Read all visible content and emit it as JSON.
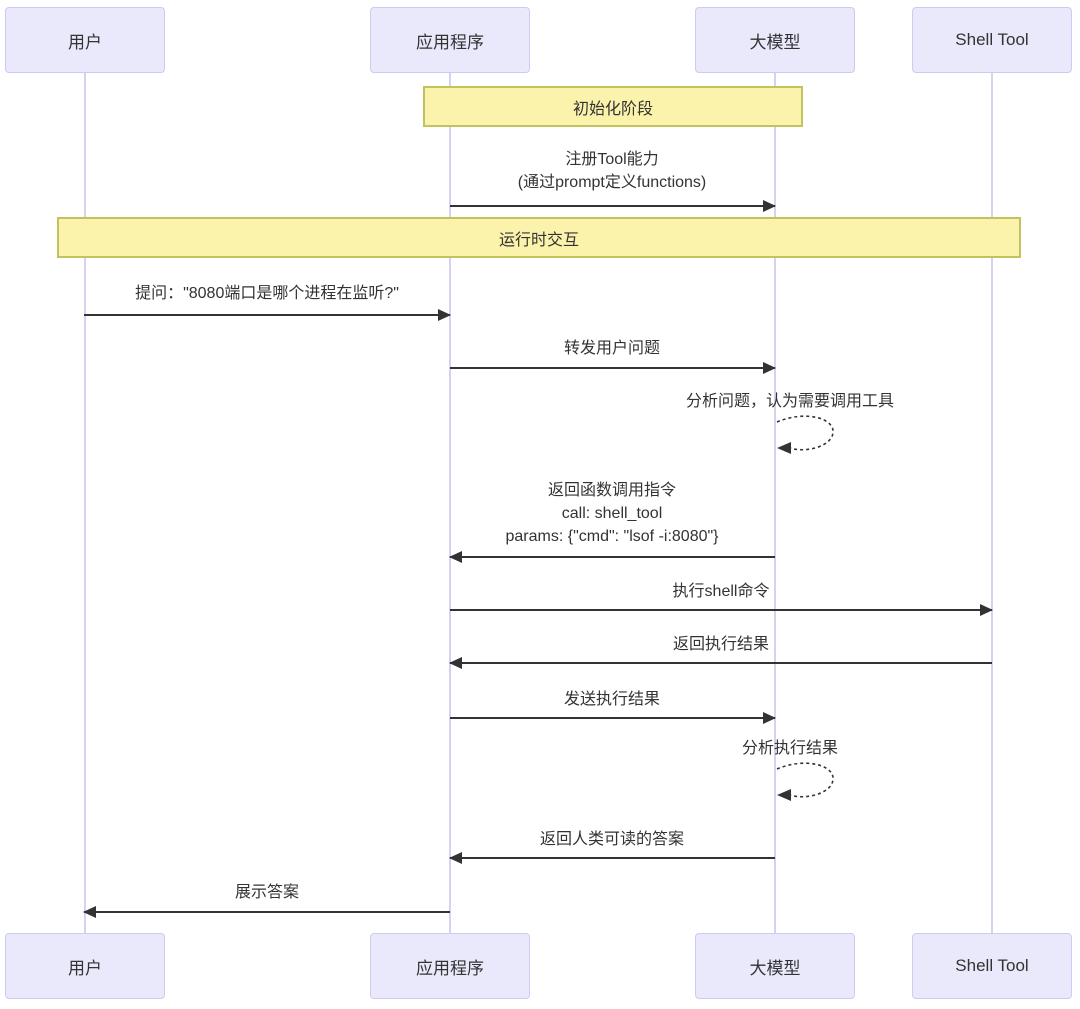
{
  "diagram": {
    "type": "sequence",
    "participants": [
      {
        "id": "user",
        "label": "用户"
      },
      {
        "id": "app",
        "label": "应用程序"
      },
      {
        "id": "llm",
        "label": "大模型"
      },
      {
        "id": "shell",
        "label": "Shell Tool"
      }
    ],
    "banners": [
      {
        "id": "init-phase",
        "label": "初始化阶段"
      },
      {
        "id": "runtime",
        "label": "运行时交互"
      }
    ],
    "messages": [
      {
        "from": "应用程序",
        "to": "大模型",
        "kind": "solid-arrow",
        "lines": [
          "注册Tool能力",
          "(通过prompt定义functions)"
        ]
      },
      {
        "from": "用户",
        "to": "应用程序",
        "kind": "solid-arrow",
        "lines": [
          "提问：\"8080端口是哪个进程在监听?\""
        ]
      },
      {
        "from": "应用程序",
        "to": "大模型",
        "kind": "solid-arrow",
        "lines": [
          "转发用户问题"
        ]
      },
      {
        "from": "大模型",
        "to": "大模型",
        "kind": "self-dotted",
        "lines": [
          "分析问题，认为需要调用工具"
        ]
      },
      {
        "from": "大模型",
        "to": "应用程序",
        "kind": "solid-arrow",
        "lines": [
          "返回函数调用指令",
          "call: shell_tool",
          "params: {\"cmd\": \"lsof -i:8080\"}"
        ]
      },
      {
        "from": "应用程序",
        "to": "Shell Tool",
        "kind": "solid-arrow",
        "lines": [
          "执行shell命令"
        ]
      },
      {
        "from": "Shell Tool",
        "to": "应用程序",
        "kind": "solid-arrow",
        "lines": [
          "返回执行结果"
        ]
      },
      {
        "from": "应用程序",
        "to": "大模型",
        "kind": "solid-arrow",
        "lines": [
          "发送执行结果"
        ]
      },
      {
        "from": "大模型",
        "to": "大模型",
        "kind": "self-dotted",
        "lines": [
          "分析执行结果"
        ]
      },
      {
        "from": "大模型",
        "to": "应用程序",
        "kind": "solid-arrow",
        "lines": [
          "返回人类可读的答案"
        ]
      },
      {
        "from": "应用程序",
        "to": "用户",
        "kind": "solid-arrow",
        "lines": [
          "展示答案"
        ]
      }
    ],
    "colors": {
      "actor_fill": "#e9e9fb",
      "actor_border": "#ccccf0",
      "lifeline": "#d8d0f0",
      "banner_fill": "#fbf3ab",
      "banner_border": "#c3c35e",
      "arrow": "#333333",
      "text": "#333333"
    }
  }
}
